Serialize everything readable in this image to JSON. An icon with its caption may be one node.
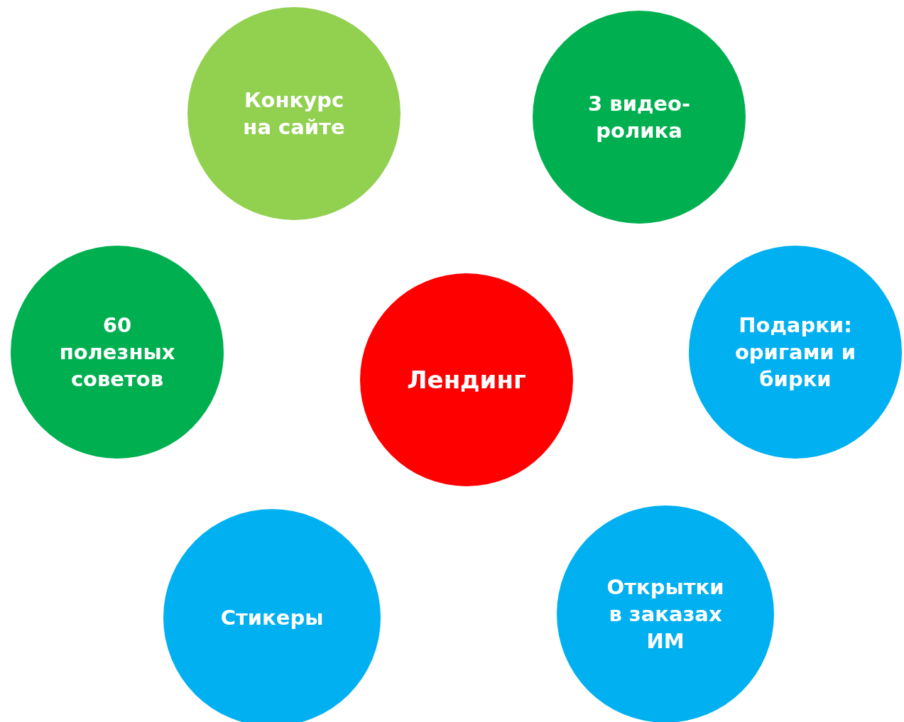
{
  "diagram": {
    "nodes": [
      {
        "text": [
          "Конкурс на сайте"
        ]
      },
      {
        "text": [
          "3 видео-ролика"
        ]
      },
      {
        "text": [
          "60 полезных советов"
        ]
      },
      {
        "text": [
          "Лендинг"
        ]
      },
      {
        "text": [
          "Подарки: оригами и бирки"
        ]
      },
      {
        "text": [
          "Стикеры"
        ]
      },
      {
        "text": [
          "Открытки в заказах ИМ"
        ]
      }
    ]
  }
}
